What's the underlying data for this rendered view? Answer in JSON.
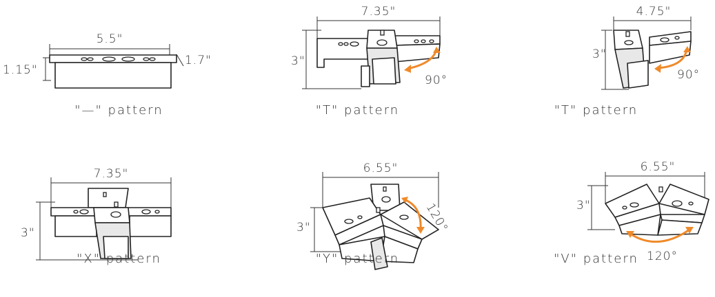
{
  "accent_color": "#ef8a2a",
  "patterns": [
    {
      "id": "dash",
      "caption": "\"—\" pattern",
      "width": "5.5\"",
      "height": "1.15\"",
      "depth": "1.7\""
    },
    {
      "id": "t1",
      "caption": "\"T\" pattern",
      "width": "7.35\"",
      "height": "3\"",
      "angle": "90°"
    },
    {
      "id": "t2",
      "caption": "\"T\" pattern",
      "width": "4.75\"",
      "height": "3\"",
      "angle": "90°"
    },
    {
      "id": "x",
      "caption": "\"X\" pattern",
      "width": "7.35\"",
      "height": "3\""
    },
    {
      "id": "y",
      "caption": "\"Y\" pattern",
      "width": "6.55\"",
      "height": "3\"",
      "angle": "120°"
    },
    {
      "id": "v",
      "caption": "\"V\" pattern",
      "width": "6.55\"",
      "height": "3\"",
      "angle": "120°"
    }
  ]
}
